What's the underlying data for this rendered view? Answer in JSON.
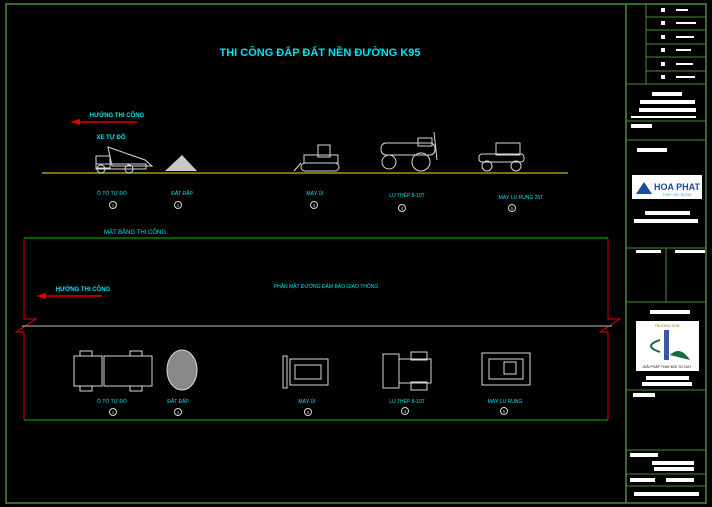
{
  "drawing": {
    "title": "THI CÔNG ĐẮP ĐẤT NỀN ĐƯỜNG K95",
    "elevation": {
      "direction_label": "HƯỚNG THI CÔNG",
      "truck_caption": "XE TỰ ĐỔ",
      "items": [
        {
          "label": "Ô TÔ TỰ ĐỔ",
          "num": "1"
        },
        {
          "label": "ĐẤT ĐẮP",
          "num": "2"
        },
        {
          "label": "MÁY ỦI",
          "num": "3"
        },
        {
          "label": "LU THÉP 8-10T",
          "num": "4"
        },
        {
          "label": "MÁY LU RUNG 25T",
          "num": "5"
        }
      ]
    },
    "plan": {
      "title": "MẶT BẰNG THI CÔNG",
      "direction_label": "HƯỚNG THI CÔNG",
      "traffic_lane": "PHẦN MẶT ĐƯỜNG ĐẢM BẢO GIAO THÔNG",
      "items": [
        {
          "label": "Ô TÔ TỰ ĐỔ",
          "num": "1"
        },
        {
          "label": "ĐẤT ĐẮP",
          "num": "2"
        },
        {
          "label": "MÁY ỦI",
          "num": "3"
        },
        {
          "label": "LU THÉP 8-10T",
          "num": "4"
        },
        {
          "label": "MÁY LU RUNG",
          "num": "5"
        }
      ]
    }
  },
  "title_block": {
    "logo_hoaphat": {
      "name": "HOA PHAT",
      "tagline": "THÉP XÂY DỰNG"
    },
    "logo_truongson": {
      "name": "TRƯỜNG SƠN",
      "tagline": "GIẢI PHÁP THAY ĐỔI TƯ DUY"
    }
  },
  "colors": {
    "frame": "#4a8a3a",
    "text": "#00e5ee",
    "ground": "#a0a000",
    "arrow": "#e00000",
    "plan_border": "#00c000",
    "break_line": "#e00000"
  }
}
